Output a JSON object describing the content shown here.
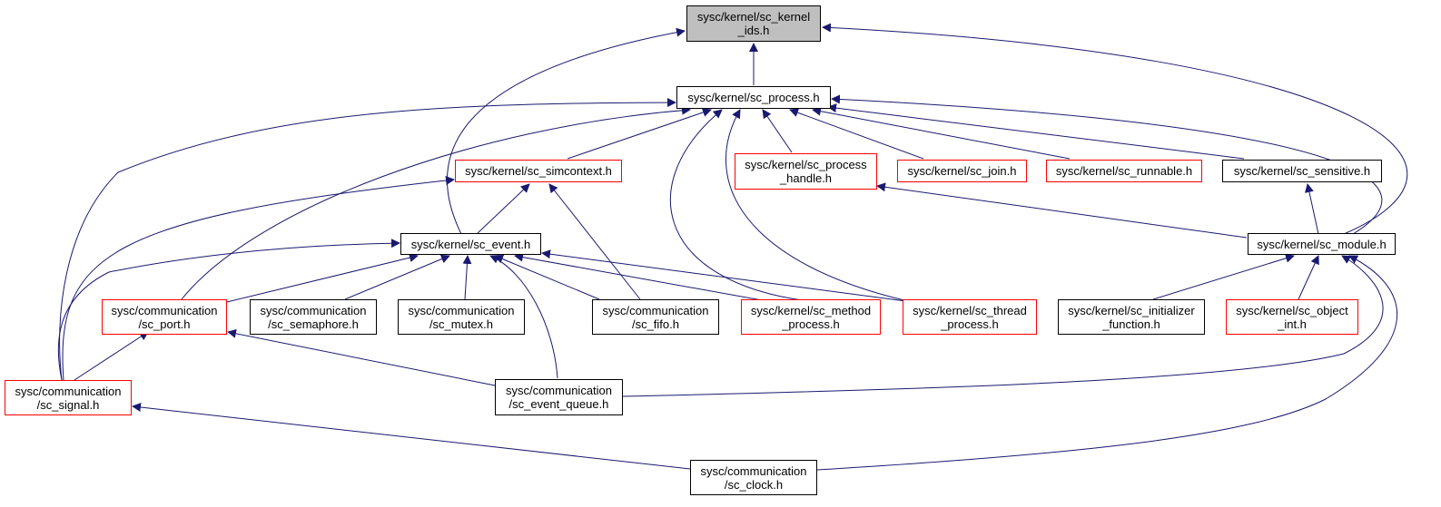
{
  "colors": {
    "edge": "#191970",
    "node_border": "#000000",
    "incomplete_border": "#ff0000",
    "root_fill": "#bfbfbf"
  },
  "nodes": {
    "kernel_ids": {
      "line1": "sysc/kernel/sc_kernel",
      "line2": "_ids.h"
    },
    "process": {
      "line1": "sysc/kernel/sc_process.h",
      "line2": ""
    },
    "simcontext": {
      "line1": "sysc/kernel/sc_simcontext.h",
      "line2": ""
    },
    "process_handle": {
      "line1": "sysc/kernel/sc_process",
      "line2": "_handle.h"
    },
    "join": {
      "line1": "sysc/kernel/sc_join.h",
      "line2": ""
    },
    "runnable": {
      "line1": "sysc/kernel/sc_runnable.h",
      "line2": ""
    },
    "sensitive": {
      "line1": "sysc/kernel/sc_sensitive.h",
      "line2": ""
    },
    "event": {
      "line1": "sysc/kernel/sc_event.h",
      "line2": ""
    },
    "module": {
      "line1": "sysc/kernel/sc_module.h",
      "line2": ""
    },
    "port": {
      "line1": "sysc/communication",
      "line2": "/sc_port.h"
    },
    "semaphore": {
      "line1": "sysc/communication",
      "line2": "/sc_semaphore.h"
    },
    "mutex": {
      "line1": "sysc/communication",
      "line2": "/sc_mutex.h"
    },
    "fifo": {
      "line1": "sysc/communication",
      "line2": "/sc_fifo.h"
    },
    "method_process": {
      "line1": "sysc/kernel/sc_method",
      "line2": "_process.h"
    },
    "thread_process": {
      "line1": "sysc/kernel/sc_thread",
      "line2": "_process.h"
    },
    "initializer": {
      "line1": "sysc/kernel/sc_initializer",
      "line2": "_function.h"
    },
    "object_int": {
      "line1": "sysc/kernel/sc_object",
      "line2": "_int.h"
    },
    "signal": {
      "line1": "sysc/communication",
      "line2": "/sc_signal.h"
    },
    "event_queue": {
      "line1": "sysc/communication",
      "line2": "/sc_event_queue.h"
    },
    "clock": {
      "line1": "sysc/communication",
      "line2": "/sc_clock.h"
    }
  }
}
